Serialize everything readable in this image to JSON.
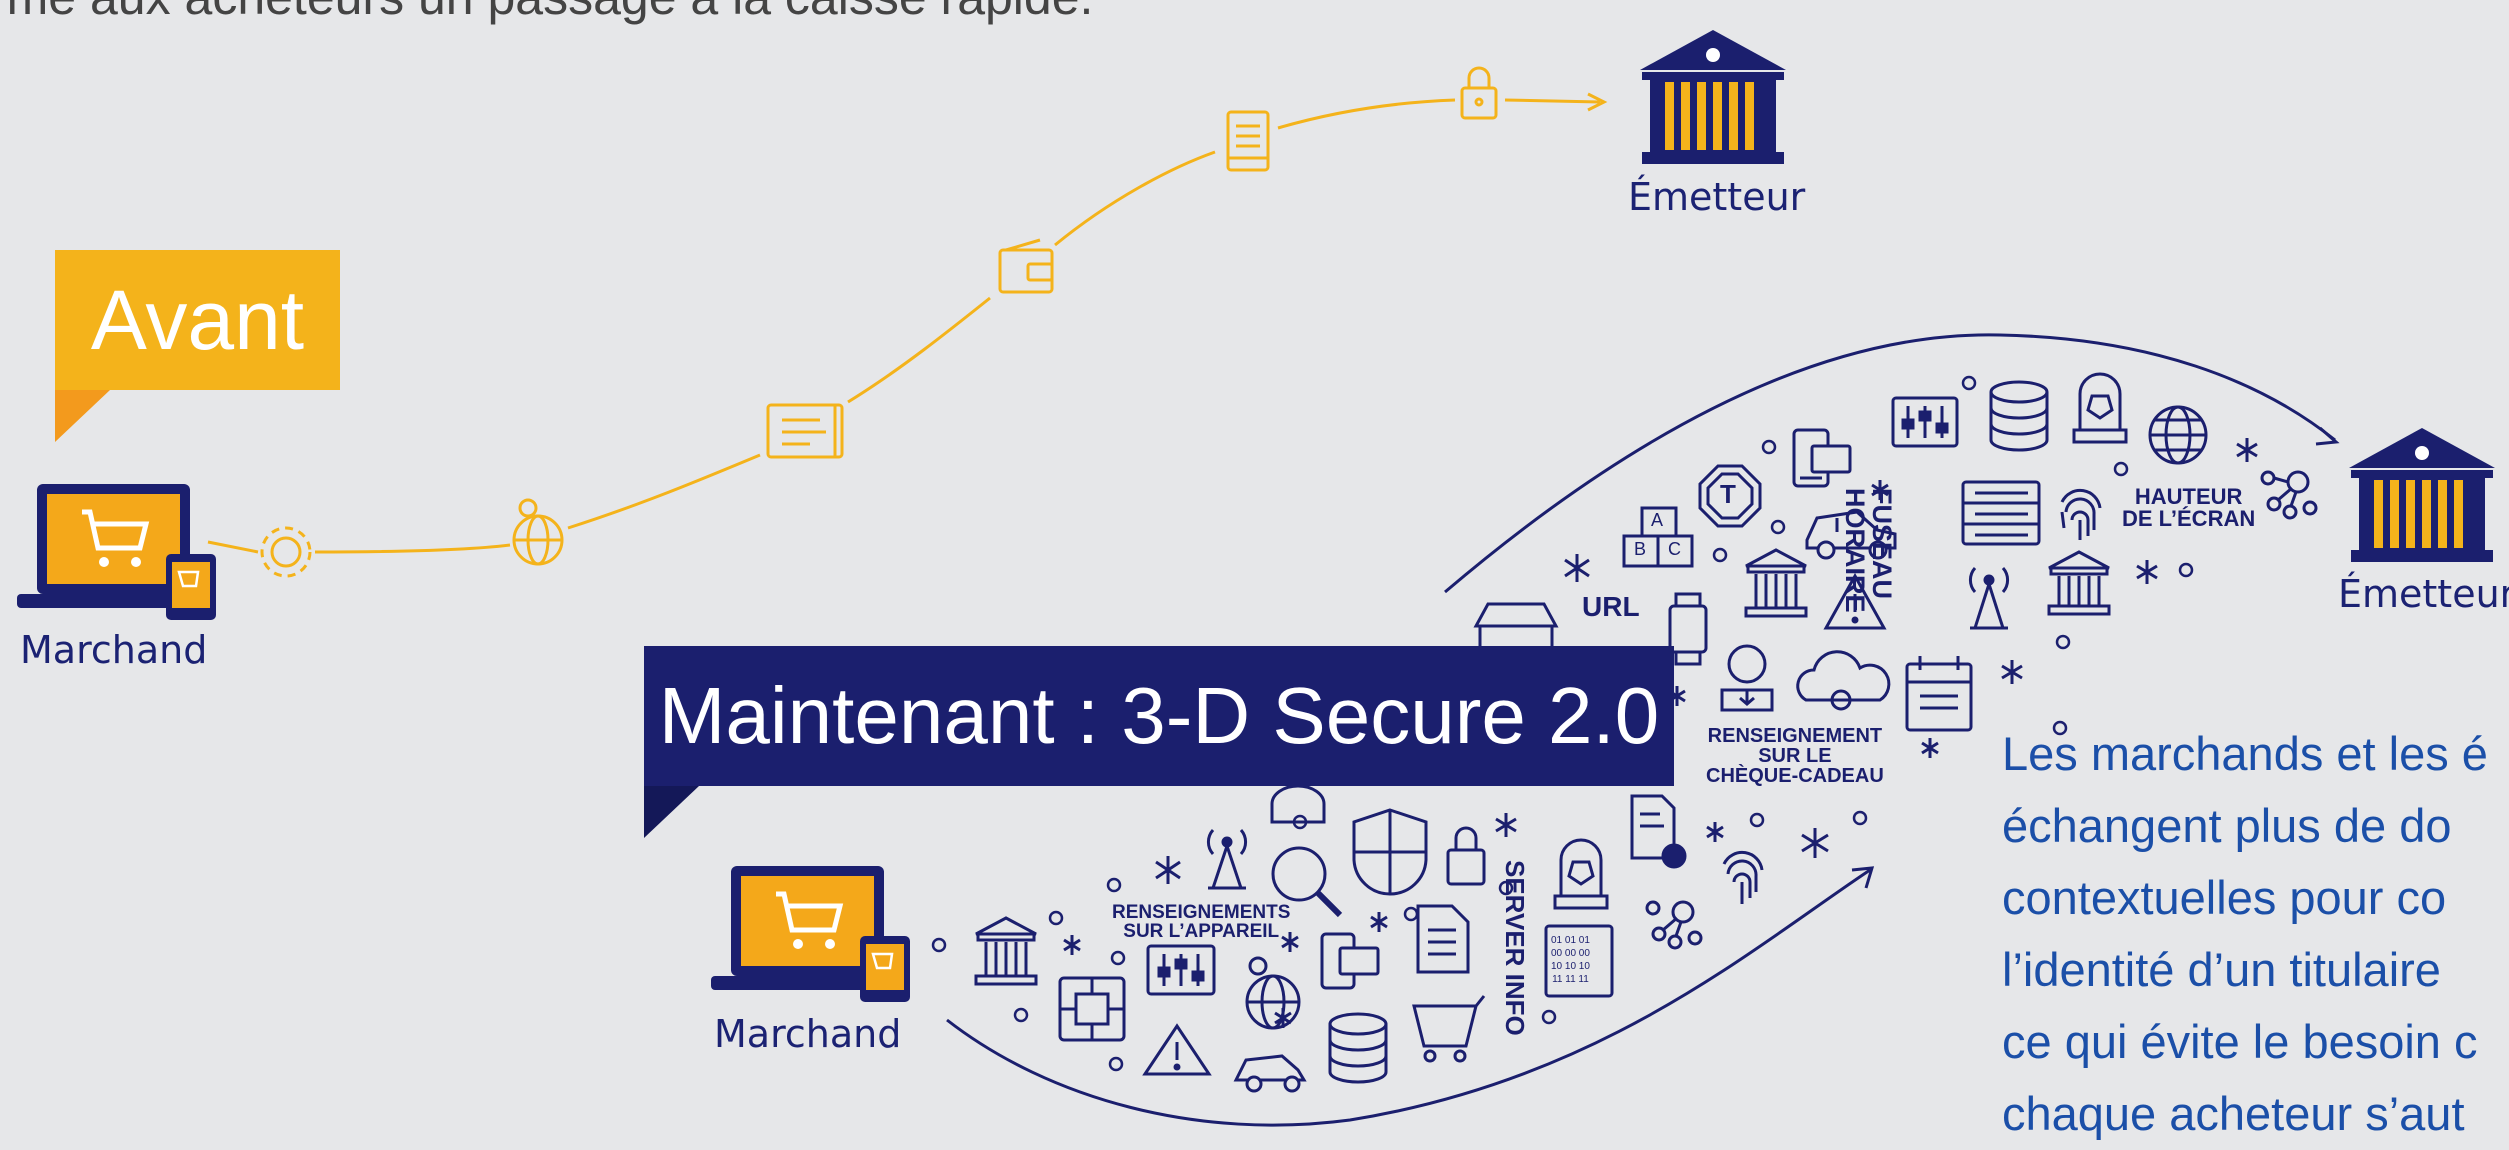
{
  "intro_text": "rme aux acheteurs un passage à la caisse rapide.",
  "before": {
    "tag": "Avant",
    "merchant_label": "Marchand",
    "issuer_label": "Émetteur"
  },
  "now": {
    "tag": "Maintenant : 3-D Secure 2.0",
    "merchant_label": "Marchand",
    "issuer_label": "Émetteur",
    "cloud_labels": {
      "url": "URL",
      "fuseau_1": "FUSEAU",
      "fuseau_2": "HORAIRE",
      "hauteur_1": "HAUTEUR",
      "hauteur_2": "DE L’ÉCRAN",
      "cheque_1": "RENSEIGNEMENT",
      "cheque_2": "SUR LE",
      "cheque_3": "CHÈQUE-CADEAU",
      "appareil_1": "RENSEIGNEMENTS",
      "appareil_2": "SUR L’APPAREIL",
      "server": "SERVER INFO",
      "abc_a": "A",
      "abc_b": "B",
      "abc_c": "C",
      "t_badge": "T",
      "binary_1": "01 01 01",
      "binary_2": "00 00 00",
      "binary_3": "10 10 10",
      "binary_4": "11 11 11"
    }
  },
  "side_text": [
    "Les marchands et les é",
    "échangent plus de do",
    "contextuelles pour co",
    "l’identité d’un titulaire",
    "ce qui évite le besoin c",
    "chaque acheteur s’aut"
  ],
  "colors": {
    "background": "#e6e7e9",
    "navy": "#1b1f6e",
    "gold": "#f4b31b",
    "orange": "#f39a1d",
    "blue_text": "#1b4fa8"
  }
}
